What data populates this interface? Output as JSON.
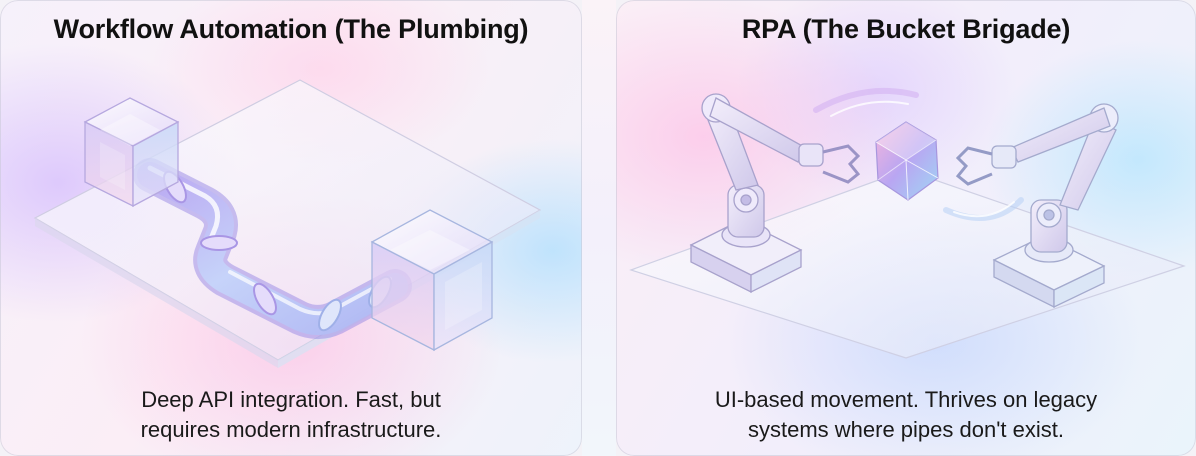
{
  "left_panel": {
    "title": "Workflow Automation (The Plumbing)",
    "caption_line1": "Deep API integration. Fast, but",
    "caption_line2": "requires modern infrastructure."
  },
  "right_panel": {
    "title": "RPA (The Bucket Brigade)",
    "caption_line1": "UI-based movement. Thrives on legacy",
    "caption_line2": "systems where pipes don't exist."
  },
  "colors": {
    "title_text": "#111111",
    "caption_text": "#1a1a1a",
    "glass_purple": "#c9b6f2",
    "glass_pink": "#f4b8dc",
    "glass_blue": "#b4d8f6"
  },
  "icons": {
    "left_illustration": "pipeline-with-cubes-icon",
    "right_illustration": "robot-arms-with-gem-icon"
  }
}
